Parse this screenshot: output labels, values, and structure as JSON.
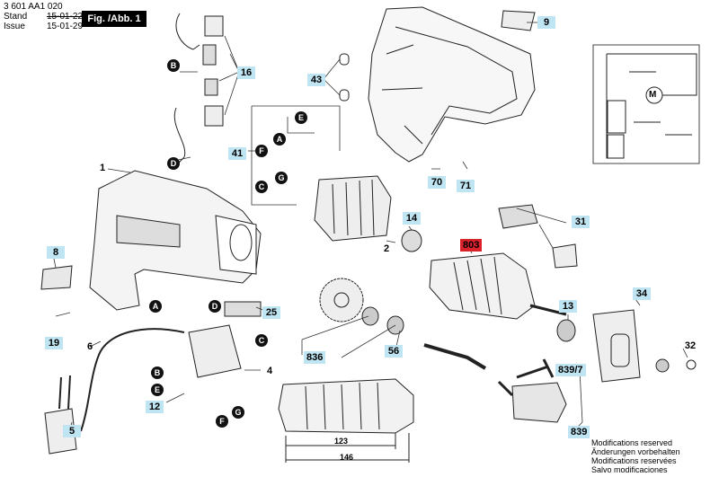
{
  "header": {
    "code": "3 601 AA1 020",
    "stand_label": "Stand",
    "stand_date": "15-01-22",
    "issue_label": "Issue",
    "issue_date": "15-01-29",
    "fig_label": "Fig. /Abb. 1"
  },
  "parts": [
    {
      "id": "p9",
      "label": "9"
    },
    {
      "id": "p16",
      "label": "16"
    },
    {
      "id": "p43",
      "label": "43"
    },
    {
      "id": "p1",
      "label": "1"
    },
    {
      "id": "p41",
      "label": "41"
    },
    {
      "id": "p14",
      "label": "14"
    },
    {
      "id": "p2",
      "label": "2"
    },
    {
      "id": "p70",
      "label": "70"
    },
    {
      "id": "p71",
      "label": "71"
    },
    {
      "id": "p31",
      "label": "31"
    },
    {
      "id": "p8",
      "label": "8"
    },
    {
      "id": "p803",
      "label": "803",
      "highlight": true
    },
    {
      "id": "p25",
      "label": "25"
    },
    {
      "id": "p34",
      "label": "34"
    },
    {
      "id": "p13",
      "label": "13"
    },
    {
      "id": "p19",
      "label": "19"
    },
    {
      "id": "p6",
      "label": "6"
    },
    {
      "id": "p4",
      "label": "4"
    },
    {
      "id": "p836",
      "label": "836"
    },
    {
      "id": "p56",
      "label": "56"
    },
    {
      "id": "p32",
      "label": "32"
    },
    {
      "id": "p839_7",
      "label": "839/7"
    },
    {
      "id": "p12",
      "label": "12"
    },
    {
      "id": "p5",
      "label": "5"
    },
    {
      "id": "p839",
      "label": "839"
    }
  ],
  "markers": [
    {
      "id": "m_b1",
      "label": "B"
    },
    {
      "id": "m_d1",
      "label": "D"
    },
    {
      "id": "m_e1",
      "label": "E"
    },
    {
      "id": "m_a1",
      "label": "A"
    },
    {
      "id": "m_f1",
      "label": "F"
    },
    {
      "id": "m_c1",
      "label": "C"
    },
    {
      "id": "m_g1",
      "label": "G"
    },
    {
      "id": "m_a2",
      "label": "A"
    },
    {
      "id": "m_d2",
      "label": "D"
    },
    {
      "id": "m_c2",
      "label": "C"
    },
    {
      "id": "m_b2",
      "label": "B"
    },
    {
      "id": "m_e2",
      "label": "E"
    },
    {
      "id": "m_f2",
      "label": "F"
    },
    {
      "id": "m_g2",
      "label": "G"
    }
  ],
  "motor_symbol": "M",
  "dimensions": {
    "d1": "123",
    "d2": "146"
  },
  "footer": [
    "Modifications reserved",
    "Änderungen vorbehalten",
    "Modifications reservées",
    "Salvo modificaciones"
  ],
  "colors": {
    "tag": "#bfe4f2",
    "highlight": "#d9222a"
  }
}
